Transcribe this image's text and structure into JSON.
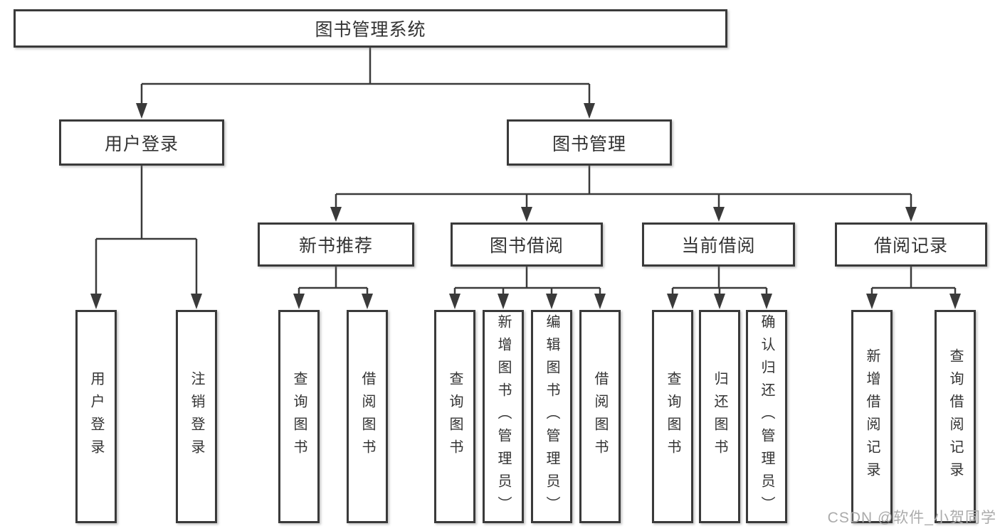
{
  "diagram": {
    "root": {
      "label": "图书管理系统"
    },
    "level2": [
      {
        "label": "用户登录"
      },
      {
        "label": "图书管理"
      }
    ],
    "level3": [
      {
        "label": "新书推荐"
      },
      {
        "label": "图书借阅"
      },
      {
        "label": "当前借阅"
      },
      {
        "label": "借阅记录"
      }
    ],
    "leaves": {
      "user_login": [
        {
          "label": "用户登录"
        },
        {
          "label": "注销登录"
        }
      ],
      "new_book_recommend": [
        {
          "label": "查询图书"
        },
        {
          "label": "借阅图书"
        }
      ],
      "book_borrow": [
        {
          "label": "查询图书"
        },
        {
          "label": "新增图书（管理员）"
        },
        {
          "label": "编辑图书（管理员）"
        },
        {
          "label": "借阅图书"
        }
      ],
      "current_borrow": [
        {
          "label": "查询图书"
        },
        {
          "label": "归还图书"
        },
        {
          "label": "确认归还（管理员）"
        }
      ],
      "borrow_record": [
        {
          "label": "新增借阅记录"
        },
        {
          "label": "查询借阅记录"
        }
      ]
    },
    "watermark": "CSDN @软件_小贺同学",
    "colors": {
      "line": "#3a3a3a",
      "box_border": "#3a3a3a",
      "text": "#333333",
      "background": "#ffffff",
      "watermark": "#ababab"
    }
  }
}
